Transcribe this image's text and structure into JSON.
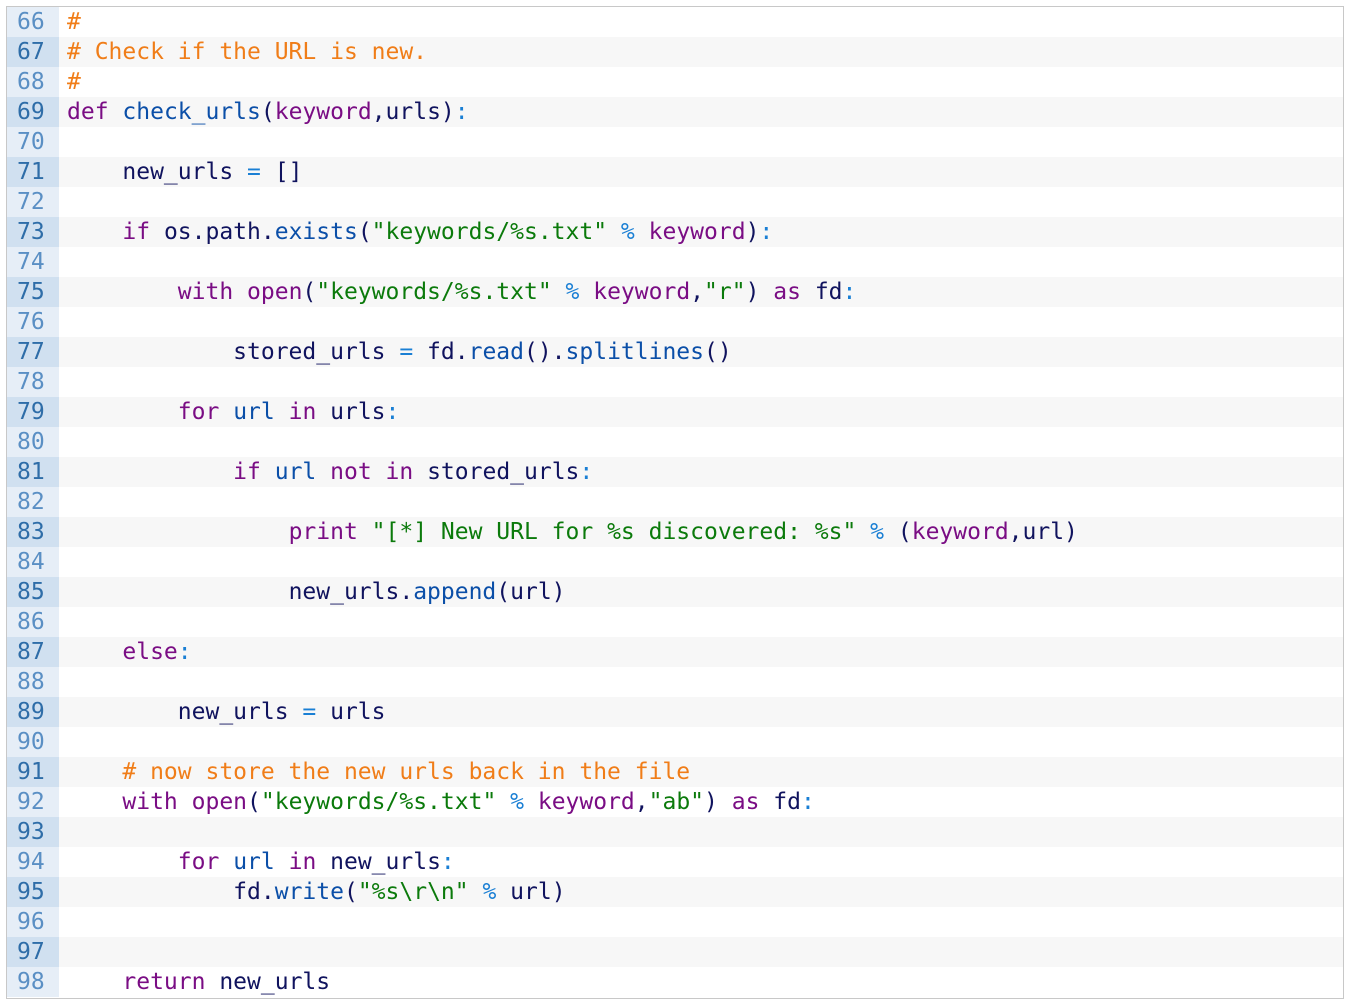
{
  "code_viewer": {
    "lines": [
      {
        "num": "66",
        "indent": "",
        "tokens": [
          {
            "t": "#",
            "c": "com"
          }
        ]
      },
      {
        "num": "67",
        "indent": "",
        "tokens": [
          {
            "t": "# Check if the URL is new.",
            "c": "com"
          }
        ]
      },
      {
        "num": "68",
        "indent": "",
        "tokens": [
          {
            "t": "#",
            "c": "com"
          }
        ]
      },
      {
        "num": "69",
        "indent": "",
        "tokens": [
          {
            "t": "def",
            "c": "kw"
          },
          {
            "t": " ",
            "c": "id"
          },
          {
            "t": "check_urls",
            "c": "fn"
          },
          {
            "t": "(",
            "c": "id"
          },
          {
            "t": "keyword",
            "c": "kw"
          },
          {
            "t": ",urls)",
            "c": "id"
          },
          {
            "t": ":",
            "c": "op"
          }
        ]
      },
      {
        "num": "70",
        "indent": "",
        "tokens": []
      },
      {
        "num": "71",
        "indent": "    ",
        "tokens": [
          {
            "t": "new_urls",
            "c": "id"
          },
          {
            "t": " = ",
            "c": "op"
          },
          {
            "t": "[]",
            "c": "id"
          }
        ]
      },
      {
        "num": "72",
        "indent": "",
        "tokens": []
      },
      {
        "num": "73",
        "indent": "    ",
        "tokens": [
          {
            "t": "if",
            "c": "kw"
          },
          {
            "t": " os.path.",
            "c": "id"
          },
          {
            "t": "exists",
            "c": "fn"
          },
          {
            "t": "(",
            "c": "id"
          },
          {
            "t": "\"keywords/%s.txt\"",
            "c": "str"
          },
          {
            "t": " % ",
            "c": "op"
          },
          {
            "t": "keyword",
            "c": "kw"
          },
          {
            "t": ")",
            "c": "id"
          },
          {
            "t": ":",
            "c": "op"
          }
        ]
      },
      {
        "num": "74",
        "indent": "",
        "tokens": []
      },
      {
        "num": "75",
        "indent": "        ",
        "tokens": [
          {
            "t": "with",
            "c": "kw"
          },
          {
            "t": " ",
            "c": "id"
          },
          {
            "t": "open",
            "c": "kw"
          },
          {
            "t": "(",
            "c": "id"
          },
          {
            "t": "\"keywords/%s.txt\"",
            "c": "str"
          },
          {
            "t": " % ",
            "c": "op"
          },
          {
            "t": "keyword",
            "c": "kw"
          },
          {
            "t": ",",
            "c": "id"
          },
          {
            "t": "\"r\"",
            "c": "str"
          },
          {
            "t": ") ",
            "c": "id"
          },
          {
            "t": "as",
            "c": "kw"
          },
          {
            "t": " fd",
            "c": "id"
          },
          {
            "t": ":",
            "c": "op"
          }
        ]
      },
      {
        "num": "76",
        "indent": "",
        "tokens": []
      },
      {
        "num": "77",
        "indent": "            ",
        "tokens": [
          {
            "t": "stored_urls",
            "c": "id"
          },
          {
            "t": " = ",
            "c": "op"
          },
          {
            "t": "fd.",
            "c": "id"
          },
          {
            "t": "read",
            "c": "fn"
          },
          {
            "t": "().",
            "c": "id"
          },
          {
            "t": "splitlines",
            "c": "fn"
          },
          {
            "t": "()",
            "c": "id"
          }
        ]
      },
      {
        "num": "78",
        "indent": "",
        "tokens": []
      },
      {
        "num": "79",
        "indent": "        ",
        "tokens": [
          {
            "t": "for",
            "c": "kw"
          },
          {
            "t": " ",
            "c": "id"
          },
          {
            "t": "url",
            "c": "fn"
          },
          {
            "t": " ",
            "c": "id"
          },
          {
            "t": "in",
            "c": "kw"
          },
          {
            "t": " urls",
            "c": "id"
          },
          {
            "t": ":",
            "c": "op"
          }
        ]
      },
      {
        "num": "80",
        "indent": "",
        "tokens": []
      },
      {
        "num": "81",
        "indent": "            ",
        "tokens": [
          {
            "t": "if",
            "c": "kw"
          },
          {
            "t": " ",
            "c": "id"
          },
          {
            "t": "url",
            "c": "fn"
          },
          {
            "t": " ",
            "c": "id"
          },
          {
            "t": "not in",
            "c": "kw"
          },
          {
            "t": " stored_urls",
            "c": "id"
          },
          {
            "t": ":",
            "c": "op"
          }
        ]
      },
      {
        "num": "82",
        "indent": "",
        "tokens": []
      },
      {
        "num": "83",
        "indent": "                ",
        "tokens": [
          {
            "t": "print",
            "c": "kw"
          },
          {
            "t": " ",
            "c": "id"
          },
          {
            "t": "\"[*] New URL for %s discovered: %s\"",
            "c": "str"
          },
          {
            "t": " % ",
            "c": "op"
          },
          {
            "t": "(",
            "c": "id"
          },
          {
            "t": "keyword",
            "c": "kw"
          },
          {
            "t": ",url)",
            "c": "id"
          }
        ]
      },
      {
        "num": "84",
        "indent": "",
        "tokens": []
      },
      {
        "num": "85",
        "indent": "                ",
        "tokens": [
          {
            "t": "new_urls.",
            "c": "id"
          },
          {
            "t": "append",
            "c": "fn"
          },
          {
            "t": "(url)",
            "c": "id"
          }
        ]
      },
      {
        "num": "86",
        "indent": "",
        "tokens": []
      },
      {
        "num": "87",
        "indent": "    ",
        "tokens": [
          {
            "t": "else",
            "c": "kw"
          },
          {
            "t": ":",
            "c": "op"
          }
        ]
      },
      {
        "num": "88",
        "indent": "",
        "tokens": []
      },
      {
        "num": "89",
        "indent": "        ",
        "tokens": [
          {
            "t": "new_urls",
            "c": "id"
          },
          {
            "t": " = ",
            "c": "op"
          },
          {
            "t": "urls",
            "c": "id"
          }
        ]
      },
      {
        "num": "90",
        "indent": "",
        "tokens": []
      },
      {
        "num": "91",
        "indent": "    ",
        "tokens": [
          {
            "t": "# now store the new urls back in the file",
            "c": "com"
          }
        ]
      },
      {
        "num": "92",
        "indent": "    ",
        "tokens": [
          {
            "t": "with",
            "c": "kw"
          },
          {
            "t": " ",
            "c": "id"
          },
          {
            "t": "open",
            "c": "kw"
          },
          {
            "t": "(",
            "c": "id"
          },
          {
            "t": "\"keywords/%s.txt\"",
            "c": "str"
          },
          {
            "t": " % ",
            "c": "op"
          },
          {
            "t": "keyword",
            "c": "kw"
          },
          {
            "t": ",",
            "c": "id"
          },
          {
            "t": "\"ab\"",
            "c": "str"
          },
          {
            "t": ") ",
            "c": "id"
          },
          {
            "t": "as",
            "c": "kw"
          },
          {
            "t": " fd",
            "c": "id"
          },
          {
            "t": ":",
            "c": "op"
          }
        ]
      },
      {
        "num": "93",
        "indent": "",
        "tokens": []
      },
      {
        "num": "94",
        "indent": "        ",
        "tokens": [
          {
            "t": "for",
            "c": "kw"
          },
          {
            "t": " ",
            "c": "id"
          },
          {
            "t": "url",
            "c": "fn"
          },
          {
            "t": " ",
            "c": "id"
          },
          {
            "t": "in",
            "c": "kw"
          },
          {
            "t": " new_urls",
            "c": "id"
          },
          {
            "t": ":",
            "c": "op"
          }
        ]
      },
      {
        "num": "95",
        "indent": "            ",
        "tokens": [
          {
            "t": "fd.",
            "c": "id"
          },
          {
            "t": "write",
            "c": "fn"
          },
          {
            "t": "(",
            "c": "id"
          },
          {
            "t": "\"%s\\r\\n\"",
            "c": "str"
          },
          {
            "t": " % ",
            "c": "op"
          },
          {
            "t": "url)",
            "c": "id"
          }
        ]
      },
      {
        "num": "96",
        "indent": "",
        "tokens": []
      },
      {
        "num": "97",
        "indent": "",
        "tokens": []
      },
      {
        "num": "98",
        "indent": "    ",
        "tokens": [
          {
            "t": "return",
            "c": "kw"
          },
          {
            "t": " new_urls",
            "c": "id"
          }
        ]
      }
    ]
  }
}
